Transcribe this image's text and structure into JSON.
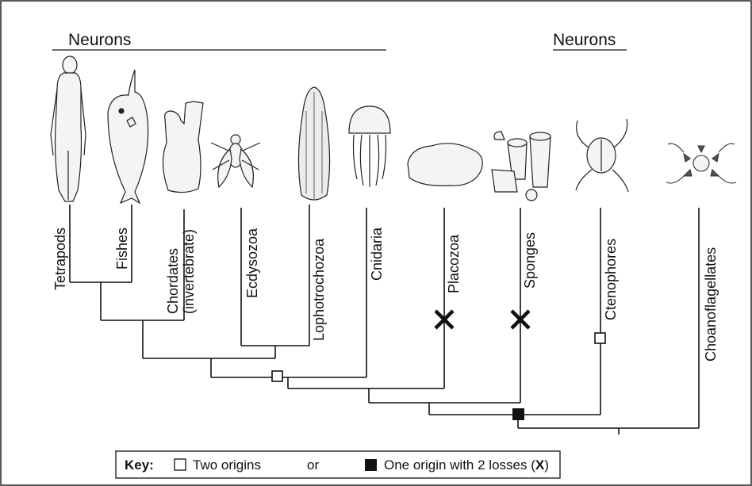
{
  "headers": {
    "left": "Neurons",
    "right": "Neurons"
  },
  "taxa": [
    {
      "label": "Tetrapods",
      "icon": "human-figure-icon"
    },
    {
      "label": "Fishes",
      "icon": "fish-icon"
    },
    {
      "label": "Chordates",
      "label2": "(invertebrate)",
      "icon": "sea-squirt-icon"
    },
    {
      "label": "Ecdysozoa",
      "icon": "fly-icon"
    },
    {
      "label": "Lophotrochozoa",
      "icon": "worm-icon"
    },
    {
      "label": "Cnidaria",
      "icon": "jellyfish-icon"
    },
    {
      "label": "Placozoa",
      "icon": "placozoan-icon"
    },
    {
      "label": "Sponges",
      "icon": "sponge-icon"
    },
    {
      "label": "Ctenophores",
      "icon": "comb-jelly-icon"
    },
    {
      "label": "Choanoflagellates",
      "icon": "choanoflagellate-colony-icon"
    }
  ],
  "markers": {
    "loss_symbol": "×",
    "open_square_meaning": "Two origins",
    "filled_square_meaning": "One origin with 2 losses"
  },
  "key": {
    "title": "Key:",
    "item1": "Two origins",
    "connector": "or",
    "item2_prefix": "One origin with 2 losses (",
    "item2_symbol": "X",
    "item2_suffix": ")"
  }
}
